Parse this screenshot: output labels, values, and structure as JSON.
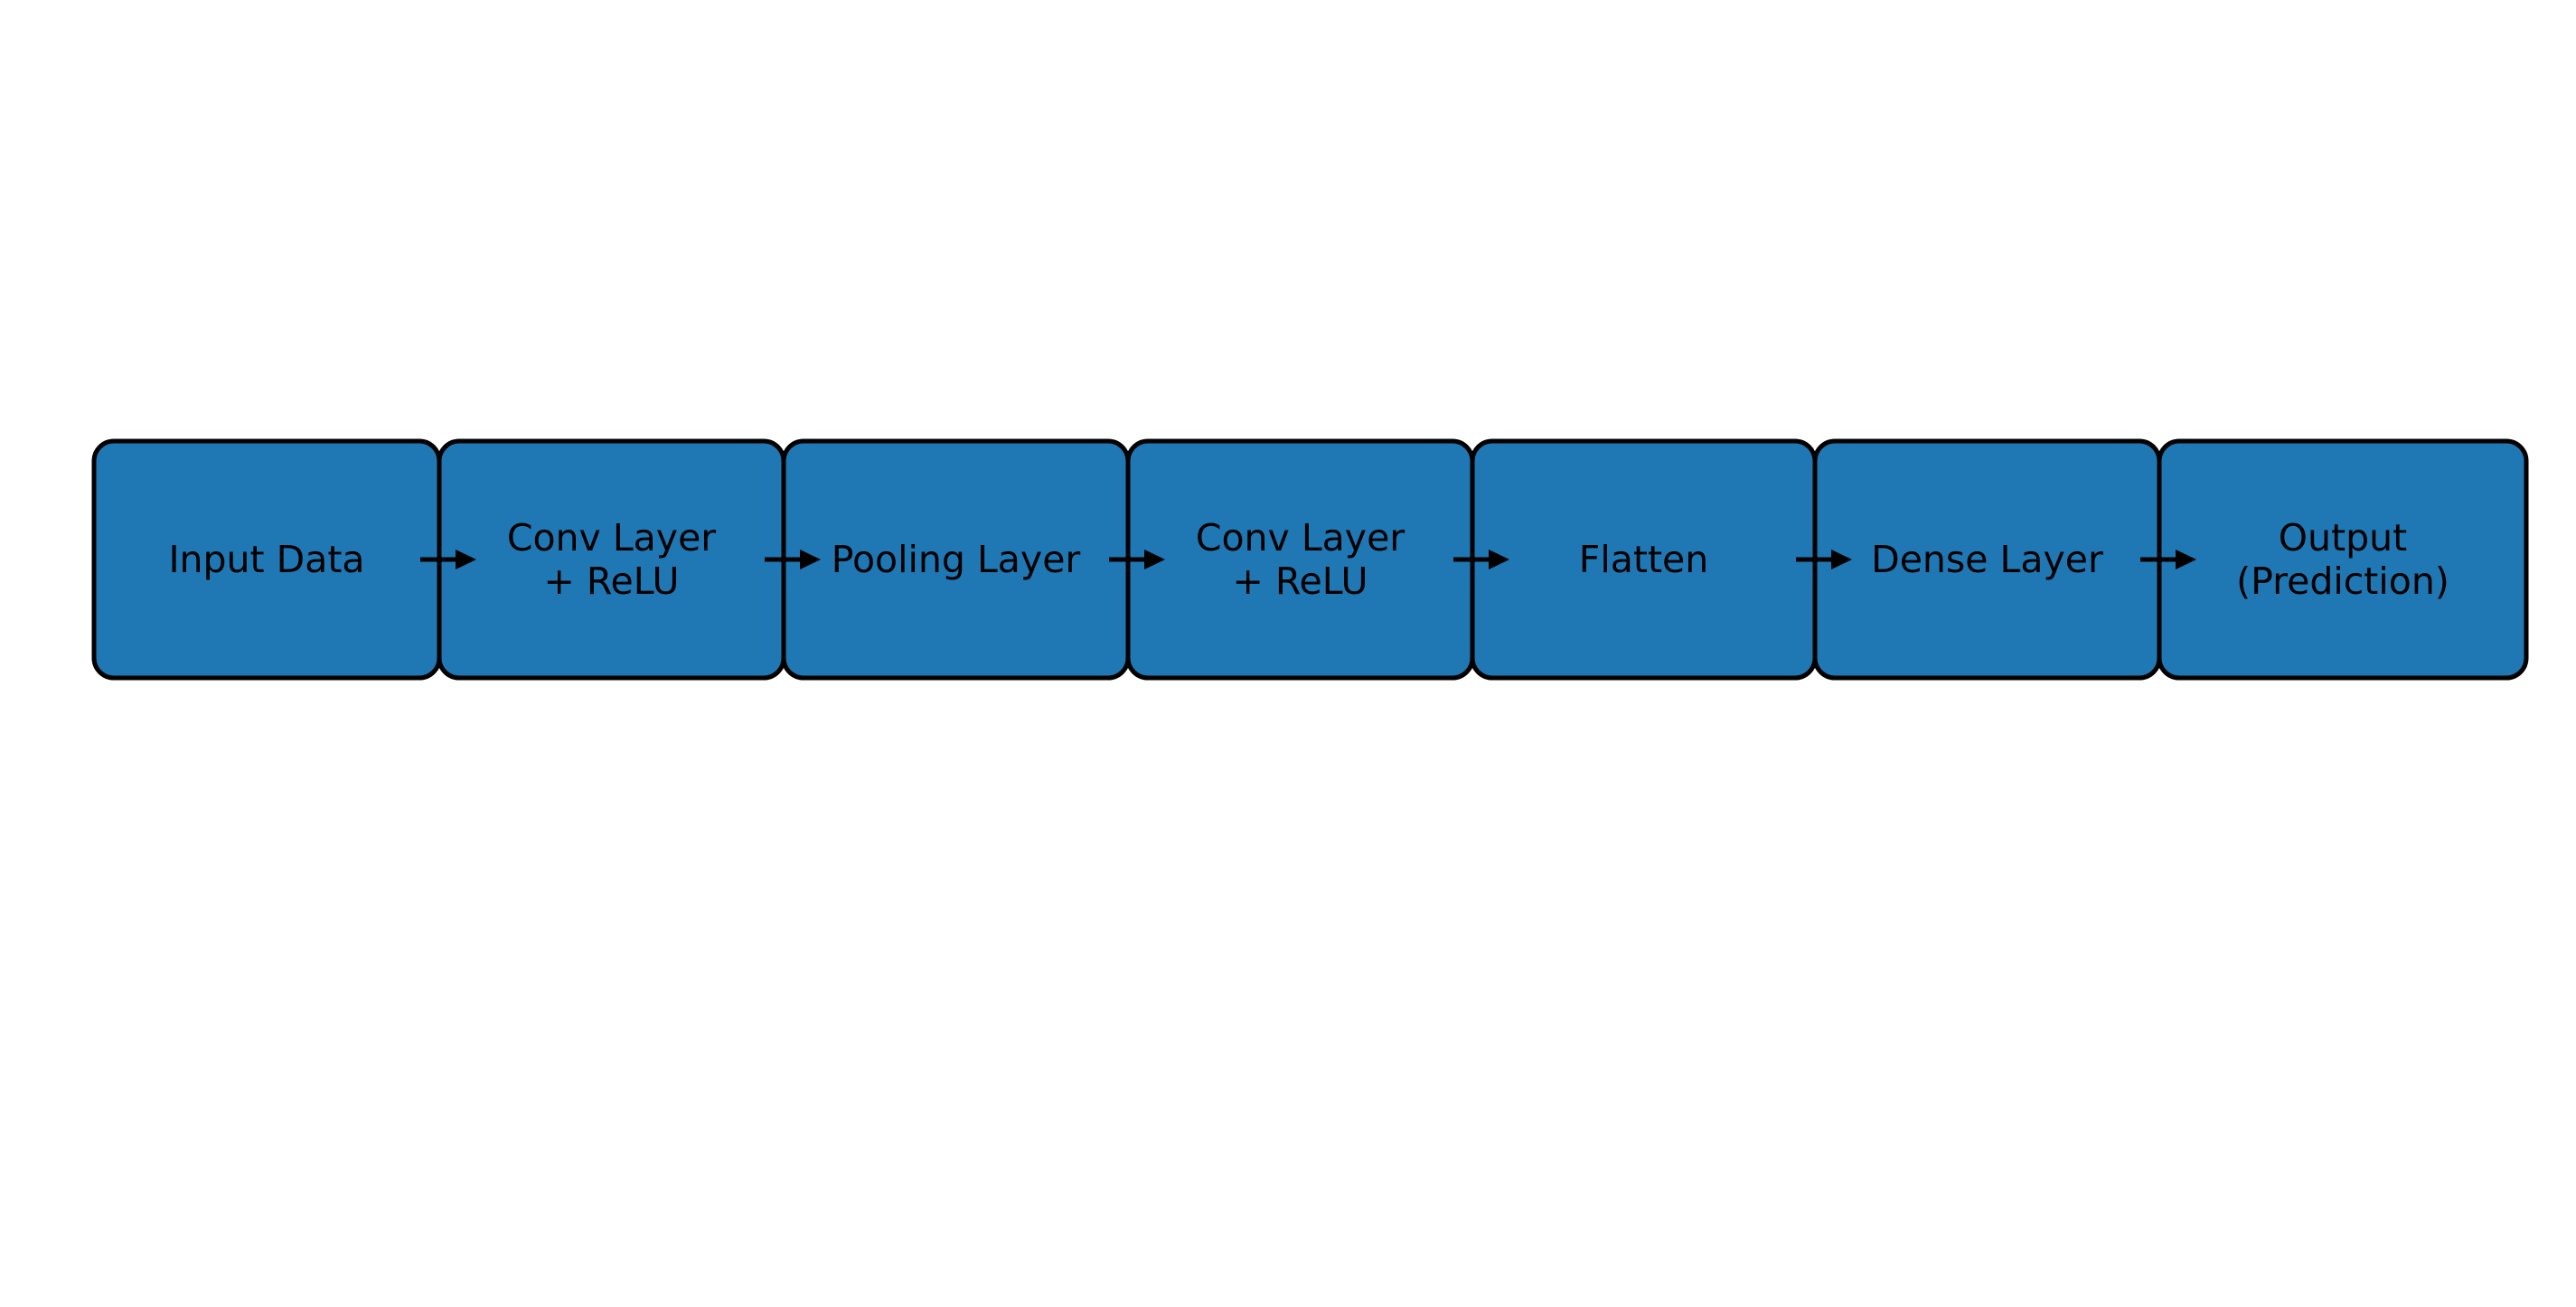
{
  "colors": {
    "background": "#ffffff",
    "node_fill": "#1f77b4",
    "node_border": "#000000",
    "arrow": "#000000",
    "text": "#000000"
  },
  "diagram": {
    "type": "flowchart",
    "direction": "left-to-right",
    "arrow_glyph": "→",
    "nodes": [
      {
        "id": "input",
        "label": "Input Data"
      },
      {
        "id": "conv1",
        "label": "Conv Layer\n+ ReLU"
      },
      {
        "id": "pooling",
        "label": "Pooling Layer"
      },
      {
        "id": "conv2",
        "label": "Conv Layer\n+ ReLU"
      },
      {
        "id": "flatten",
        "label": "Flatten"
      },
      {
        "id": "dense",
        "label": "Dense Layer"
      },
      {
        "id": "output",
        "label": "Output\n(Prediction)"
      }
    ],
    "connections": [
      {
        "from": "input",
        "to": "conv1"
      },
      {
        "from": "conv1",
        "to": "pooling"
      },
      {
        "from": "pooling",
        "to": "conv2"
      },
      {
        "from": "conv2",
        "to": "flatten"
      },
      {
        "from": "flatten",
        "to": "dense"
      },
      {
        "from": "dense",
        "to": "output"
      }
    ]
  }
}
